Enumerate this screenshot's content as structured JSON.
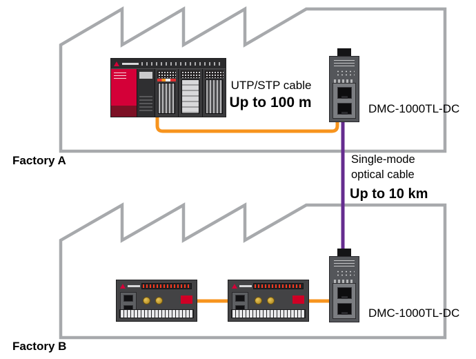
{
  "factory_a": {
    "label": "Factory A",
    "cable_label": "UTP/STP cable",
    "cable_distance": "Up to 100 m",
    "converter_label": "DMC-1000TL-DC"
  },
  "factory_b": {
    "label": "Factory B",
    "converter_label": "DMC-1000TL-DC"
  },
  "fiber_link": {
    "label_line1": "Single-mode",
    "label_line2": "optical cable",
    "distance": "Up to 10 km"
  },
  "devices": {
    "factory_a_controller": "plc-device",
    "factory_b_switches": "ethernet-switch-device",
    "converters": "media-converter-device"
  },
  "colors": {
    "factory_outline": "#a7a9ac",
    "copper_cable": "#f7941e",
    "fiber_cable": "#652c8f",
    "device_red": "#d40038",
    "text": "#000000"
  }
}
